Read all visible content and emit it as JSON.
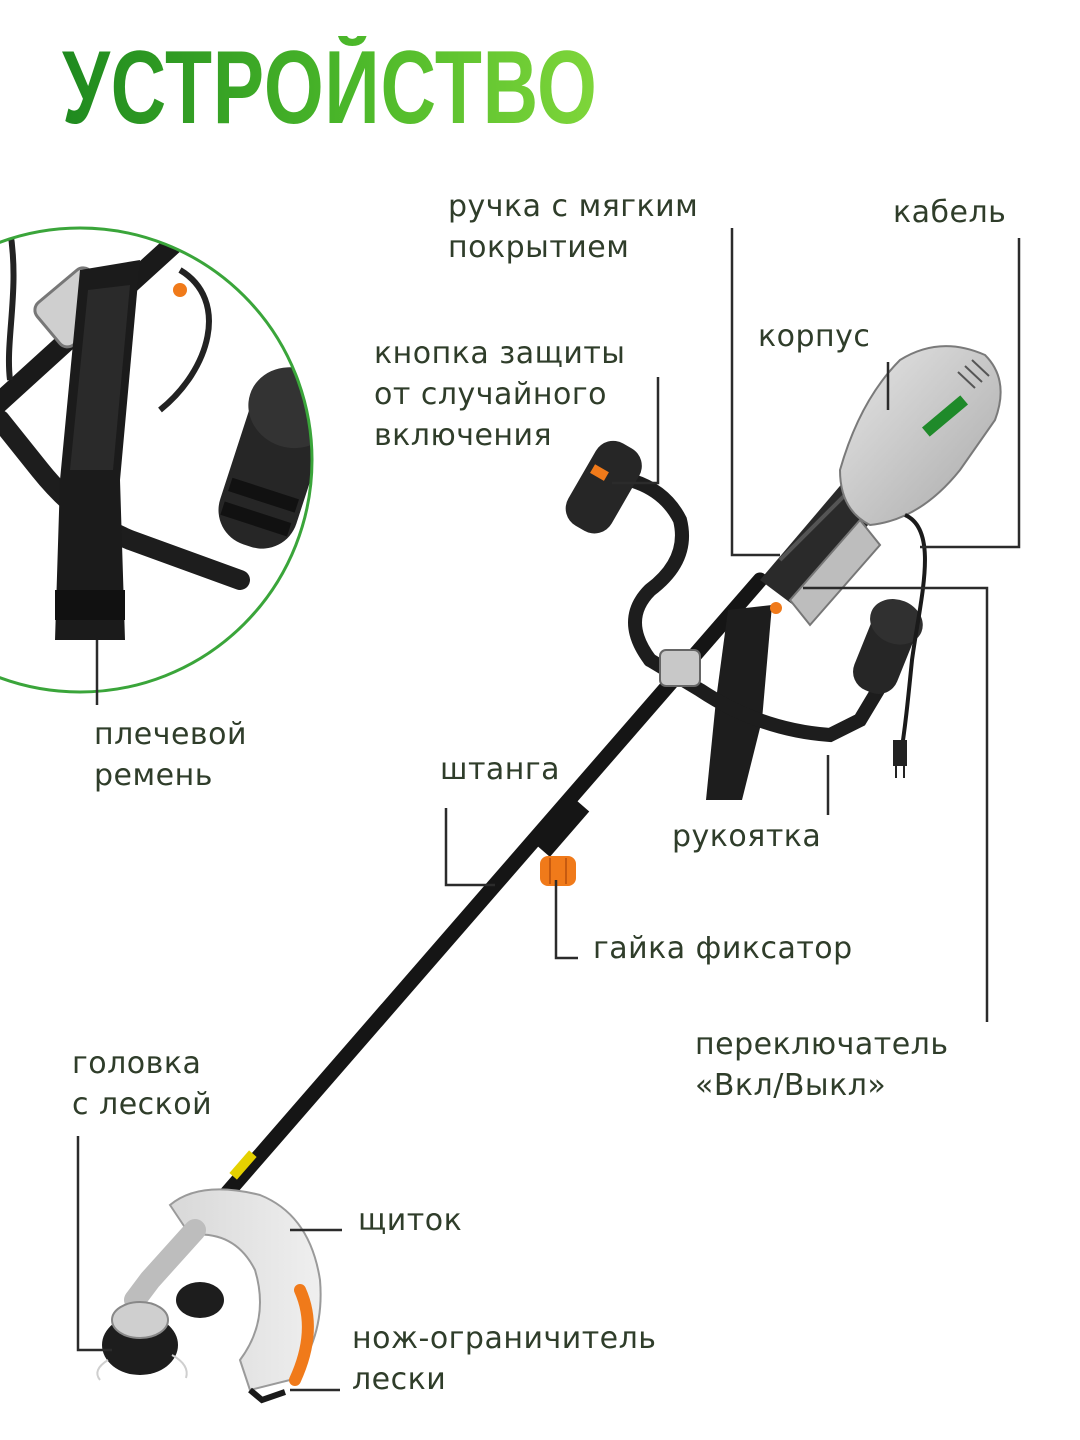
{
  "title": "УСТРОЙСТВО",
  "colors": {
    "title_gradient_start": "#1f8a1f",
    "title_gradient_end": "#7fd63a",
    "label_text": "#2f3d2a",
    "leader_line": "#2b2b2b",
    "zoom_circle": "#3aa53a",
    "accent_orange": "#f07a1a"
  },
  "labels": {
    "handle_soft": [
      "ручка с мягким",
      "покрытием"
    ],
    "cable": "кабель",
    "body": "корпус",
    "safety_button": [
      "кнопка защиты",
      "от случайного",
      "включения"
    ],
    "shoulder_strap": [
      "плечевой",
      "ремень"
    ],
    "shaft": "штанга",
    "handlebar": "рукоятка",
    "lock_nut": "гайка фиксатор",
    "power_switch": [
      "переключатель",
      "«Вкл/Выкл»"
    ],
    "line_head": [
      "головка",
      "с леской"
    ],
    "guard": "щиток",
    "line_cutter": [
      "нож-ограничитель",
      "лески"
    ]
  }
}
